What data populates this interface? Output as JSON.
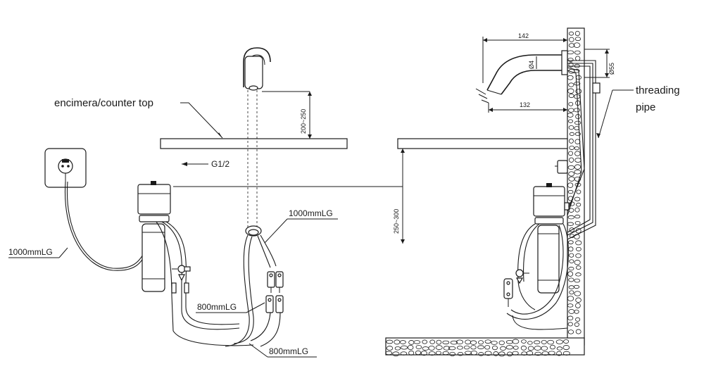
{
  "labels": {
    "counter_top": "encimera/counter top",
    "thread_spec": "G1/2",
    "cable_power": "1000mmLG",
    "cable_sensor": "1000mmLG",
    "hose_a": "800mmLG",
    "hose_b": "800mmLG",
    "threading_line1": "threading",
    "threading_line2": "pipe"
  },
  "dimensions": {
    "spout_height": "200~250",
    "box_height": "250~300",
    "spout_length_top": "142",
    "spout_length_bottom": "132",
    "spout_diameter": "Ø4",
    "flange_diameter": "Ø55"
  }
}
